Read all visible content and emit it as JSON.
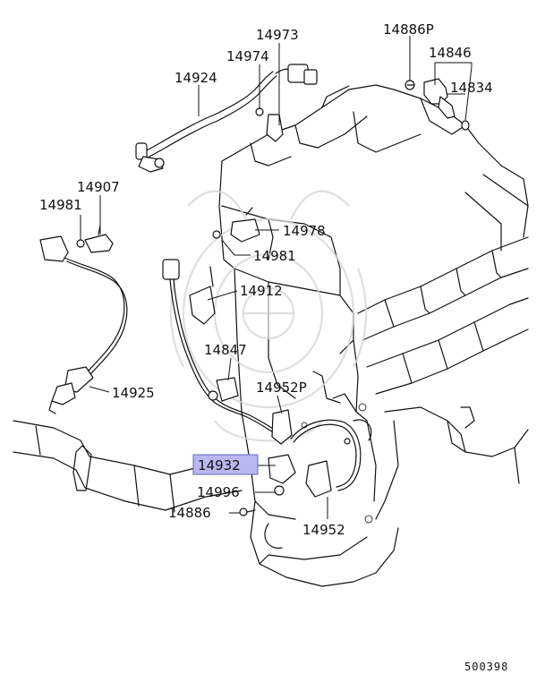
{
  "diagram": {
    "labels": {
      "p14973": "14973",
      "p14886P": "14886P",
      "p14974": "14974",
      "p14846": "14846",
      "p14924": "14924",
      "p14834": "14834",
      "p14907": "14907",
      "p14981_left": "14981",
      "p14978": "14978",
      "p14981_mid": "14981",
      "p14912": "14912",
      "p14847": "14847",
      "p14925": "14925",
      "p14952P": "14952P",
      "p14932": "14932",
      "p14996": "14996",
      "p14886": "14886",
      "p14952": "14952"
    },
    "highlighted_part": "14932",
    "highlight_color": "#b8b8f0",
    "diagram_id": "500398"
  }
}
